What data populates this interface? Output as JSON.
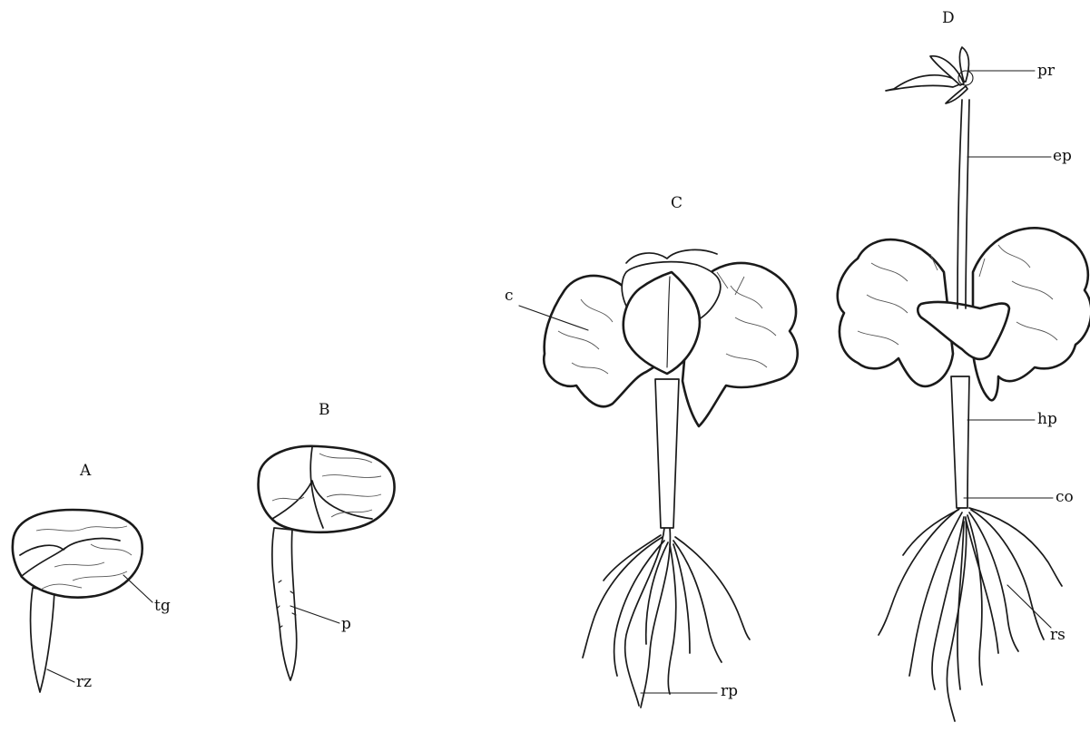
{
  "stages": [
    {
      "id": "A",
      "title": "A",
      "labels": [
        "tg",
        "rz"
      ]
    },
    {
      "id": "B",
      "title": "B",
      "labels": [
        "p"
      ]
    },
    {
      "id": "C",
      "title": "C",
      "labels": [
        "c",
        "rp"
      ]
    },
    {
      "id": "D",
      "title": "D",
      "labels": [
        "pr",
        "ep",
        "hp",
        "co",
        "rs"
      ]
    }
  ]
}
